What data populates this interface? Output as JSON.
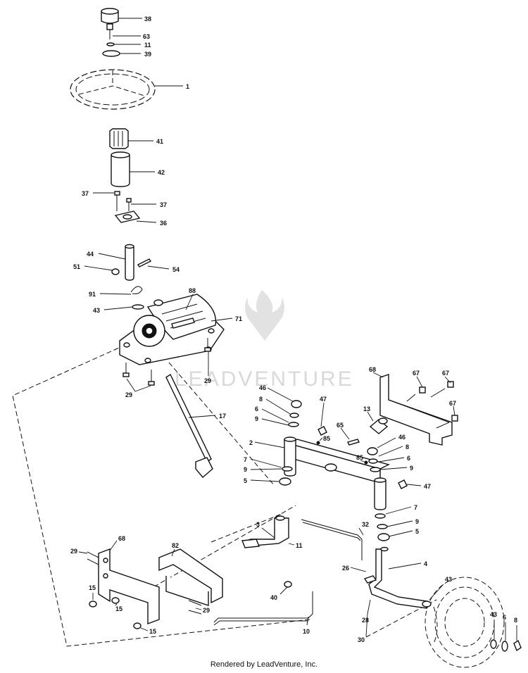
{
  "watermark": {
    "brand": "LEADVENTURE"
  },
  "footer": {
    "credit": "Rendered by LeadVenture, Inc."
  },
  "callouts": {
    "c38": "38",
    "c63": "63",
    "c11a": "11",
    "c39": "39",
    "c1": "1",
    "c41": "41",
    "c42": "42",
    "c37a": "37",
    "c37b": "37",
    "c36": "36",
    "c44": "44",
    "c51": "51",
    "c54": "54",
    "c91": "91",
    "c88": "88",
    "c43a": "43",
    "c71": "71",
    "c29a": "29",
    "c29b": "29",
    "c17": "17",
    "c68a": "68",
    "c67a": "67",
    "c67b": "67",
    "c67c": "67",
    "c46a": "46",
    "c8a": "8",
    "c6a": "6",
    "c9a": "9",
    "c47a": "47",
    "c13": "13",
    "c65": "65",
    "c85a": "85",
    "c2": "2",
    "c46b": "46",
    "c85b": "85",
    "c8b": "8",
    "c6b": "6",
    "c7a": "7",
    "c9b": "9",
    "c9c": "9",
    "c5a": "5",
    "c47b": "47",
    "c7b": "7",
    "c9d": "9",
    "c5b": "5",
    "c32": "32",
    "c3": "3",
    "c11b": "11",
    "c4": "4",
    "c26": "26",
    "c43b": "43",
    "c29c": "29",
    "c68b": "68",
    "c82": "82",
    "c15a": "15",
    "c15b": "15",
    "c15c": "15",
    "c29d": "29",
    "c40": "40",
    "c28": "28",
    "c10": "10",
    "c30": "30",
    "c43c": "43",
    "c6c": "6",
    "c8c": "8"
  }
}
